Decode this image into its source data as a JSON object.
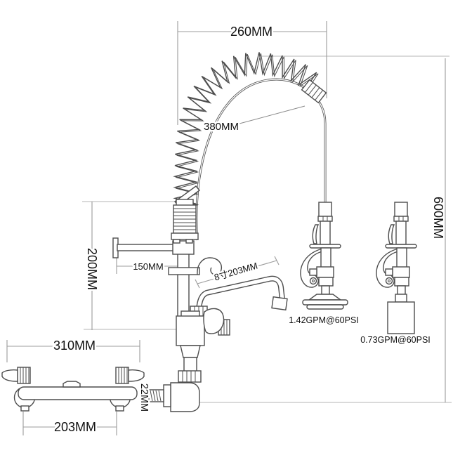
{
  "diagram": {
    "dimensions": {
      "top_width": "260MM",
      "hose_height": "380MM",
      "overall_height": "600MM",
      "riser_height": "200MM",
      "wall_bracket_arm": "150MM",
      "spout_reach": "8寸203MM",
      "faucet_width": "310MM",
      "mounting_centers": "203MM",
      "inlet_size": "22MM"
    },
    "flow_rates": {
      "prerinse_spray": "1.42GPM@60PSI",
      "alt_spray": "0.73GPM@60PSI"
    },
    "colors": {
      "outline": "#4d4d4d",
      "dimension_line": "#9c9c9c",
      "reference_line": "#c3c3c3",
      "text": "#111111",
      "background": "#ffffff"
    }
  }
}
